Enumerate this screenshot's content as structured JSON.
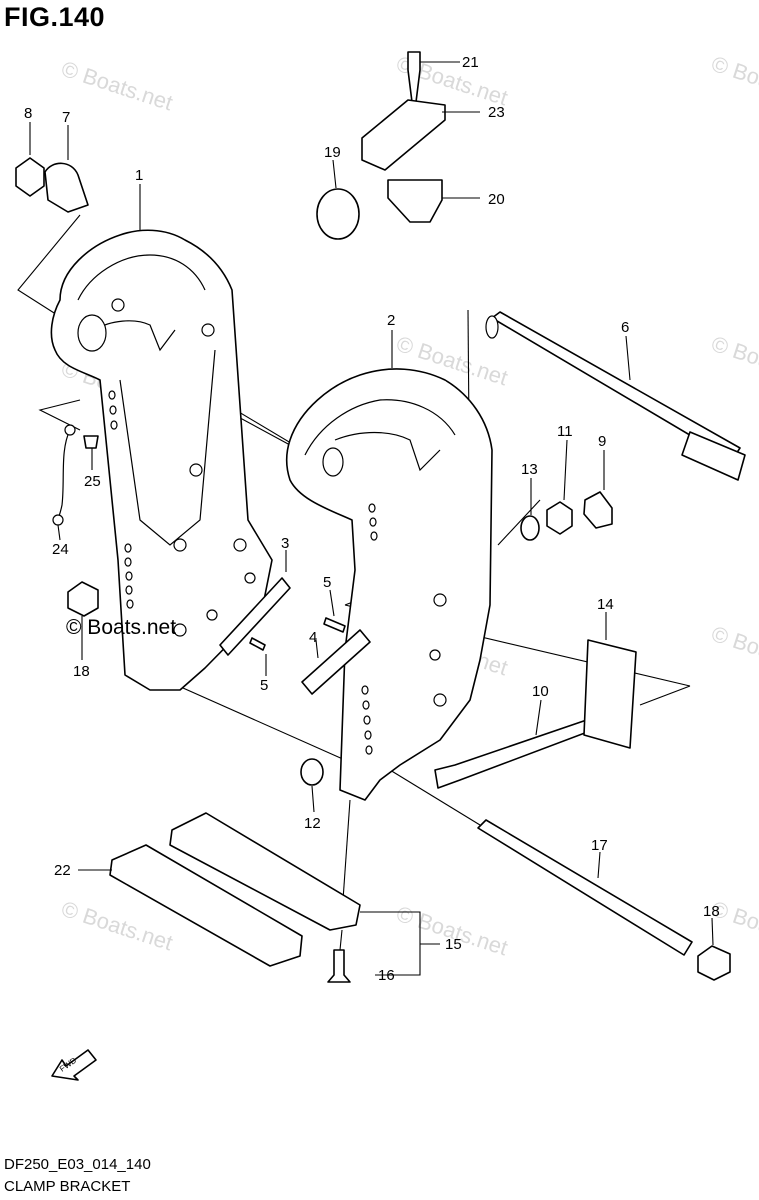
{
  "figure_title": "FIG.140",
  "footer": {
    "code": "DF250_E03_014_140",
    "name": "CLAMP BRACKET"
  },
  "copyright_notice": "© Boats.net",
  "watermark_text": "© Boats.net",
  "fwd_label": "FWD",
  "callouts": {
    "c1": "1",
    "c2": "2",
    "c3": "3",
    "c4": "4",
    "c5a": "5",
    "c5b": "5",
    "c6": "6",
    "c7": "7",
    "c8": "8",
    "c9": "9",
    "c10": "10",
    "c11": "11",
    "c12": "12",
    "c13": "13",
    "c14": "14",
    "c15": "15",
    "c16": "16",
    "c17": "17",
    "c18a": "18",
    "c18b": "18",
    "c19": "19",
    "c20": "20",
    "c21": "21",
    "c22": "22",
    "c23": "23",
    "c24": "24",
    "c25": "25"
  }
}
